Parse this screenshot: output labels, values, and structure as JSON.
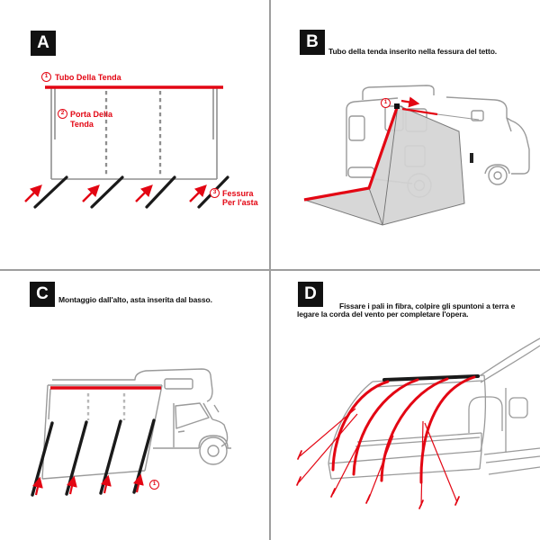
{
  "colors": {
    "accent_red": "#e30613",
    "outline_gray": "#9a9a9a",
    "pole_black": "#1a1a1a",
    "fabric_gray": "#d4d4d4",
    "divider_gray": "#9e9e9e"
  },
  "panels": {
    "a": {
      "letter": "A",
      "labels": {
        "l1": {
          "num": "1",
          "text": "Tubo Della Tenda"
        },
        "l2": {
          "num": "2",
          "line1": "Porta Della",
          "line2": "Tenda"
        },
        "l3": {
          "num": "3",
          "line1": "Fessura",
          "line2": "Per l'asta"
        }
      }
    },
    "b": {
      "letter": "B",
      "caption": "Tubo della tenda inserito nella fessura del tetto.",
      "marker_num": "1"
    },
    "c": {
      "letter": "C",
      "caption": "Montaggio dall'alto, asta inserita dal basso.",
      "marker_num": "1"
    },
    "d": {
      "letter": "D",
      "caption_line1": "Fissare i pali in fibra, colpire gli spuntoni a terra e",
      "caption_line2": "legare la corda del vento per completare l'opera."
    }
  }
}
